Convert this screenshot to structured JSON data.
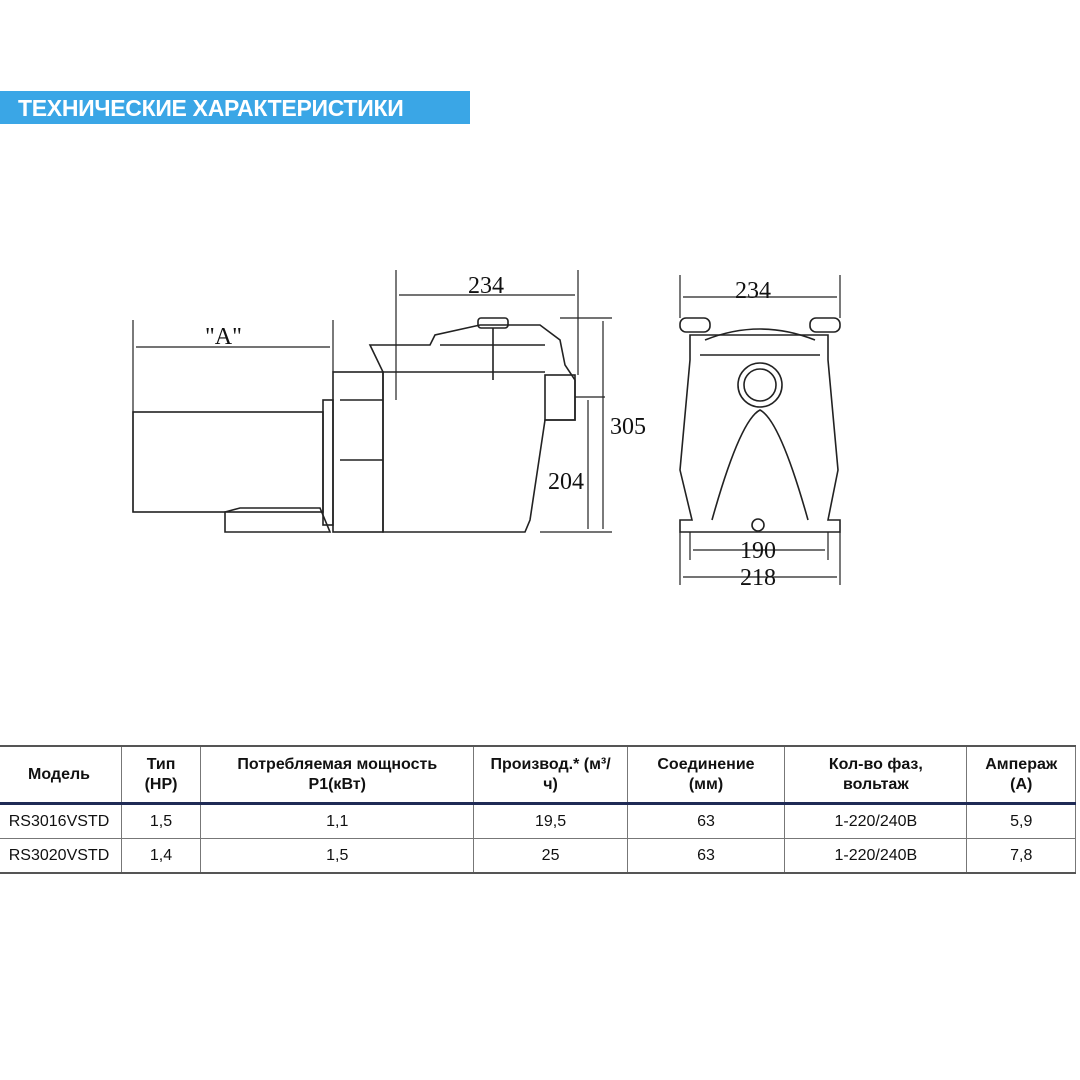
{
  "banner": {
    "title": "ТЕХНИЧЕСКИЕ ХАРАКТЕРИСТИКИ",
    "color": "#3aa6e6"
  },
  "drawing": {
    "side_view": {
      "dim_a": "\"A\"",
      "dim_width": "234",
      "dim_height_total": "305",
      "dim_height_inlet": "204"
    },
    "front_view": {
      "dim_width": "234",
      "dim_base_inner": "190",
      "dim_base_outer": "218"
    }
  },
  "table": {
    "headers": [
      [
        "Модель"
      ],
      [
        "Тип",
        "(HP)"
      ],
      [
        "Потребляемая мощность",
        "P1(кВт)"
      ],
      [
        "Производ.* (м³/",
        "ч)"
      ],
      [
        "Соединение",
        "(мм)"
      ],
      [
        "Кол-во фаз,",
        "вольтаж"
      ],
      [
        "Ампераж",
        "(А)"
      ]
    ],
    "rows": [
      [
        "RS3016VSTD",
        "1,5",
        "1,1",
        "19,5",
        "63",
        "1-220/240В",
        "5,9"
      ],
      [
        "RS3020VSTD",
        "1,4",
        "1,5",
        "25",
        "63",
        "1-220/240В",
        "7,8"
      ]
    ]
  }
}
